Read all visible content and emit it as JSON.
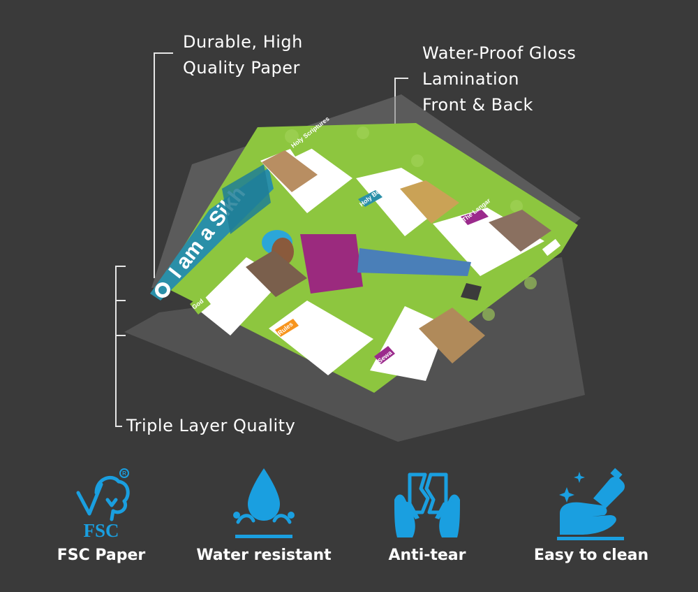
{
  "callouts": {
    "durable": [
      "Durable, High",
      "Quality Paper"
    ],
    "gloss": [
      "Water-Proof Gloss",
      "Lamination",
      "Front & Back"
    ],
    "triple": "Triple Layer Quality"
  },
  "poster": {
    "title": "I am a Sikh",
    "sections": [
      {
        "heading": "Holy Scriptures"
      },
      {
        "heading": "Holy Building"
      },
      {
        "heading": "The Langar"
      },
      {
        "heading": "God"
      },
      {
        "heading": "Rules"
      },
      {
        "heading": "Sewa"
      }
    ]
  },
  "features": [
    {
      "label": "FSC Paper",
      "icon": "fsc-tree-icon",
      "icon_text": "FSC"
    },
    {
      "label": "Water resistant",
      "icon": "water-drop-icon"
    },
    {
      "label": "Anti-tear",
      "icon": "torn-paper-hands-icon"
    },
    {
      "label": "Easy to clean",
      "icon": "cleaning-hand-icon"
    }
  ],
  "colors": {
    "background": "#3a3a3a",
    "accent_blue": "#1a9fe0",
    "poster_green": "#8dc63f",
    "text": "#ffffff"
  }
}
